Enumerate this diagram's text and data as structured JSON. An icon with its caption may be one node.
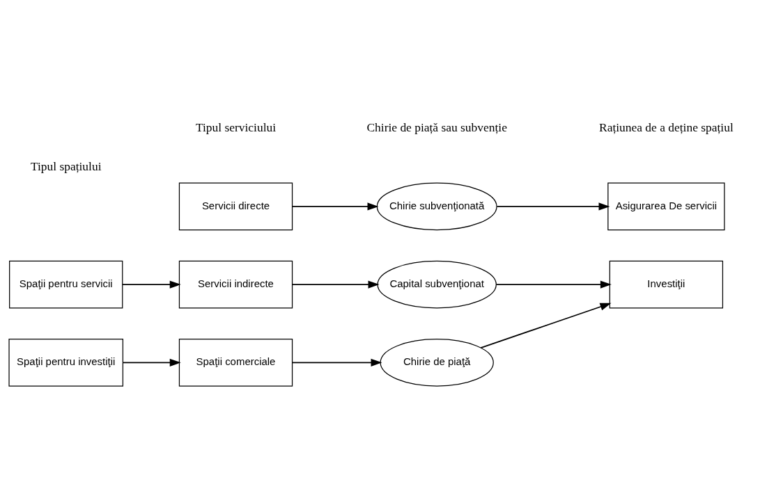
{
  "diagram": {
    "nodes": [
      {
        "text": [
          "Spaţii pentru servicii"
        ]
      },
      {
        "text": [
          "Servicii directe"
        ]
      },
      {
        "text": [
          "Chirie subvenţionată"
        ]
      },
      {
        "text": [
          "Asigurarea De servicii"
        ]
      },
      {
        "text": [
          "Servicii indirecte"
        ]
      },
      {
        "text": [
          "Capital subvenţionat"
        ]
      },
      {
        "text": [
          "Spaţii pentru investiţii"
        ]
      },
      {
        "text": [
          "Spaţii comerciale"
        ]
      },
      {
        "text": [
          "Chirie de piaţă"
        ]
      },
      {
        "text": [
          "Investiţii"
        ]
      }
    ],
    "edges": [
      {
        "from": 1,
        "to": 2,
        "arrow": "to"
      },
      {
        "from": 2,
        "to": 3,
        "arrow": "to"
      },
      {
        "from": 0,
        "to": 4,
        "arrow": "to"
      },
      {
        "from": 4,
        "to": 5,
        "arrow": "to"
      },
      {
        "from": 5,
        "to": 9,
        "arrow": "to"
      },
      {
        "from": 6,
        "to": 7,
        "arrow": "to"
      },
      {
        "from": 7,
        "to": 8,
        "arrow": "to"
      },
      {
        "from": 8,
        "to": 9,
        "arrow": "to"
      }
    ],
    "labels": [
      "Tipul spațiului",
      "Tipul serviciului",
      "Chirie de piață sau subvenție",
      "Rațiunea de a deține spațiul"
    ]
  }
}
